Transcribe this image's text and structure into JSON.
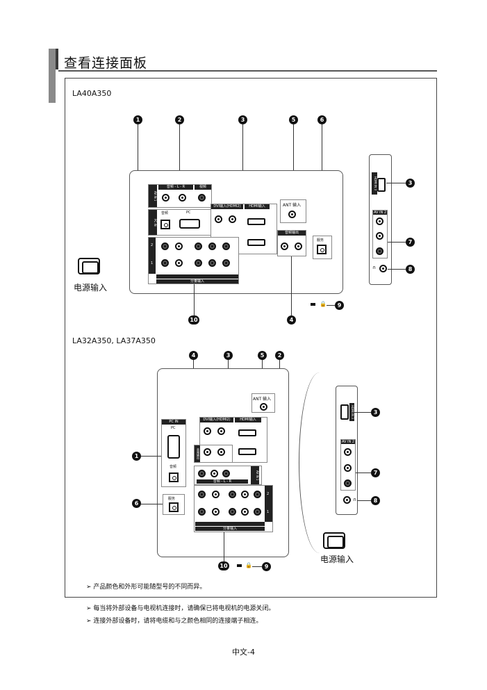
{
  "page": {
    "title": "查看连接面板",
    "page_number": "中文-4"
  },
  "models": {
    "top": "LA40A350",
    "bottom": "LA32A350, LA37A350"
  },
  "callouts": [
    "1",
    "2",
    "3",
    "4",
    "5",
    "6",
    "7",
    "8",
    "9",
    "10"
  ],
  "panel_labels": {
    "av_in": "AV IN 1",
    "audio_l_r": "音频 - L - R",
    "video": "视频",
    "audio": "音频",
    "pc": "PC",
    "pc_in": "PC IN",
    "dvi": "DVI输入(HDMI2)",
    "hdmi_in": "HDMI输入",
    "ant_in": "ANT 输入",
    "audio_out": "音频输出",
    "service": "服务",
    "component_in": "分量输入",
    "hdmi_in_3": "HDMI IN 3",
    "av_in_2": "AV IN 2",
    "s_video": "S-VIDEO",
    "headphone": "∩",
    "num_1": "1",
    "num_2": "2"
  },
  "power": {
    "label_top": "电源输入",
    "label_bottom": "电源输入"
  },
  "notes": {
    "inner": "➢  产品颜色和外形可能随型号的不同而异。",
    "outer_1": "➢  每当将外部设备与电视机连接时，请确保已将电视机的电源关闭。",
    "outer_2": "➢  连接外部设备时，请将电缆和与之颜色相同的连接端子相连。"
  }
}
